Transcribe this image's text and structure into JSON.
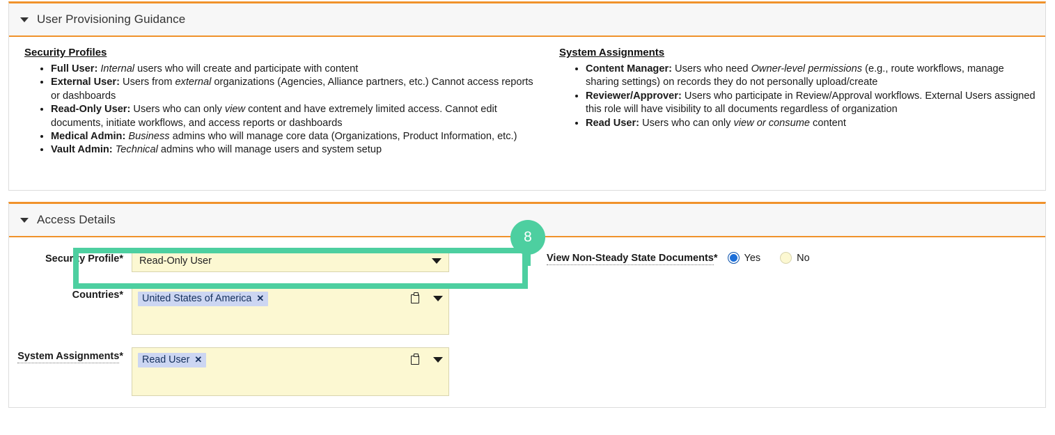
{
  "sections": {
    "guidance": {
      "title": "User Provisioning Guidance",
      "left": {
        "heading": "Security Profiles",
        "items": [
          {
            "term": "Full User:",
            "parts": [
              {
                "t": " ",
                "i": false
              },
              {
                "t": "Internal",
                "i": true
              },
              {
                "t": " users who will create and participate with content",
                "i": false
              }
            ]
          },
          {
            "term": "External User:",
            "parts": [
              {
                "t": " Users from ",
                "i": false
              },
              {
                "t": "external",
                "i": true
              },
              {
                "t": " organizations (Agencies, Alliance partners, etc.) Cannot access reports or dashboards",
                "i": false
              }
            ]
          },
          {
            "term": "Read-Only User:",
            "parts": [
              {
                "t": " Users who can only ",
                "i": false
              },
              {
                "t": "view",
                "i": true
              },
              {
                "t": " content and have extremely limited access. Cannot edit documents, initiate workflows, and access reports or dashboards",
                "i": false
              }
            ]
          },
          {
            "term": "Medical Admin:",
            "parts": [
              {
                "t": " ",
                "i": false
              },
              {
                "t": "Business",
                "i": true
              },
              {
                "t": " admins who will manage core data (Organizations, Product Information, etc.)",
                "i": false
              }
            ]
          },
          {
            "term": "Vault Admin:",
            "parts": [
              {
                "t": " ",
                "i": false
              },
              {
                "t": "Technical",
                "i": true
              },
              {
                "t": " admins who will manage users and system setup",
                "i": false
              }
            ]
          }
        ]
      },
      "right": {
        "heading": "System Assignments",
        "items": [
          {
            "term": "Content Manager:",
            "parts": [
              {
                "t": " Users who need ",
                "i": false
              },
              {
                "t": "Owner-level permissions",
                "i": true
              },
              {
                "t": " (e.g., route workflows, manage sharing settings) on records they do not personally upload/create",
                "i": false
              }
            ]
          },
          {
            "term": "Reviewer/Approver:",
            "parts": [
              {
                "t": " Users who participate in Review/Approval workflows. External Users assigned this role will have visibility to all documents regardless of organization",
                "i": false
              }
            ]
          },
          {
            "term": "Read User:",
            "parts": [
              {
                "t": " Users who can only ",
                "i": false
              },
              {
                "t": "view or consume",
                "i": true
              },
              {
                "t": " content",
                "i": false
              }
            ]
          }
        ]
      }
    },
    "access": {
      "title": "Access Details",
      "fields": {
        "security_profile": {
          "label": "Security Profile",
          "required_mark": "*",
          "value": "Read-Only User"
        },
        "countries": {
          "label": "Countries",
          "required_mark": "*",
          "chips": [
            "United States of America"
          ],
          "chip_remove": "✕"
        },
        "system_assignments": {
          "label": "System Assignments",
          "required_mark": "*",
          "chips": [
            "Read User"
          ],
          "chip_remove": "✕"
        },
        "view_non_steady": {
          "label": "View Non-Steady State Documents",
          "required_mark": "*",
          "options": [
            {
              "text": "Yes",
              "selected": true
            },
            {
              "text": "No",
              "selected": false
            }
          ]
        }
      }
    }
  },
  "callout": {
    "number": "8"
  },
  "colors": {
    "accent_orange": "#f0922b",
    "callout_green": "#4dcfa0",
    "field_yellow": "#fcf8d2",
    "chip_blue": "#ccd6f2",
    "radio_selected_blue": "#1d6fd8"
  }
}
